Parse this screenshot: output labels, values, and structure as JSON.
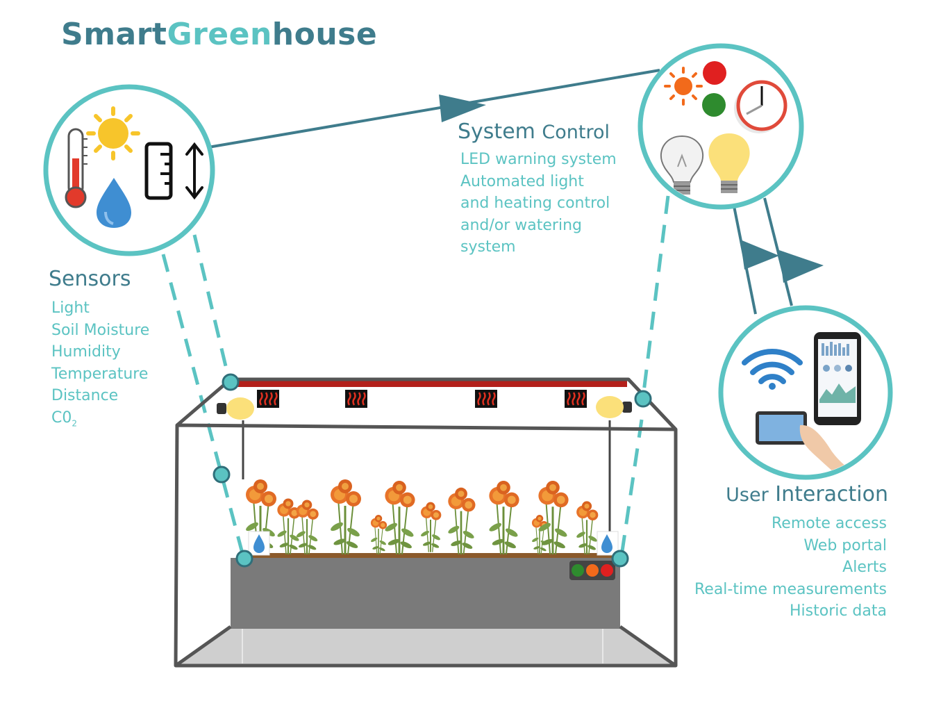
{
  "title": {
    "part1": "Smart",
    "part2": "Green",
    "part3": "house"
  },
  "colors": {
    "dark_teal": "#3f7c8c",
    "light_teal": "#5bc3c2",
    "heater_red": "#b3201b",
    "soil": "#8b5a2b",
    "planter_gray": "#7a7a7a",
    "led_green": "#2e8b2e",
    "led_orange": "#f26a1b",
    "led_red": "#e02020"
  },
  "sensors": {
    "heading": "Sensors",
    "items": [
      "Light",
      "Soil Moisture",
      "Humidity",
      "Temperature",
      "Distance"
    ],
    "co2": {
      "main": "C0",
      "sub": "2"
    },
    "icons": [
      "thermometer-icon",
      "sun-icon",
      "water-drop-icon",
      "ruler-icon",
      "vertical-arrow-icon"
    ]
  },
  "system_control": {
    "heading_main": "System",
    "heading_small": "Control",
    "items": [
      "LED warning system",
      "Automated light",
      "and heating control",
      "and/or watering",
      "system"
    ],
    "icons": [
      "sun-led-icon",
      "red-led-icon",
      "green-led-icon",
      "clock-icon",
      "bulb-off-icon",
      "bulb-on-icon"
    ]
  },
  "user_interaction": {
    "heading_small": "User",
    "heading_main": "Interaction",
    "items": [
      "Remote access",
      "Web portal",
      "Alerts",
      "Real-time measurements",
      "Historic data"
    ],
    "icons": [
      "wifi-icon",
      "smartphone-dashboard-icon",
      "tablet-hand-icon"
    ]
  },
  "greenhouse": {
    "heaters": 4,
    "bulbs": 2,
    "water_sensors": 2,
    "leds": [
      "green",
      "orange",
      "red"
    ],
    "plants": "marigold-plants"
  }
}
